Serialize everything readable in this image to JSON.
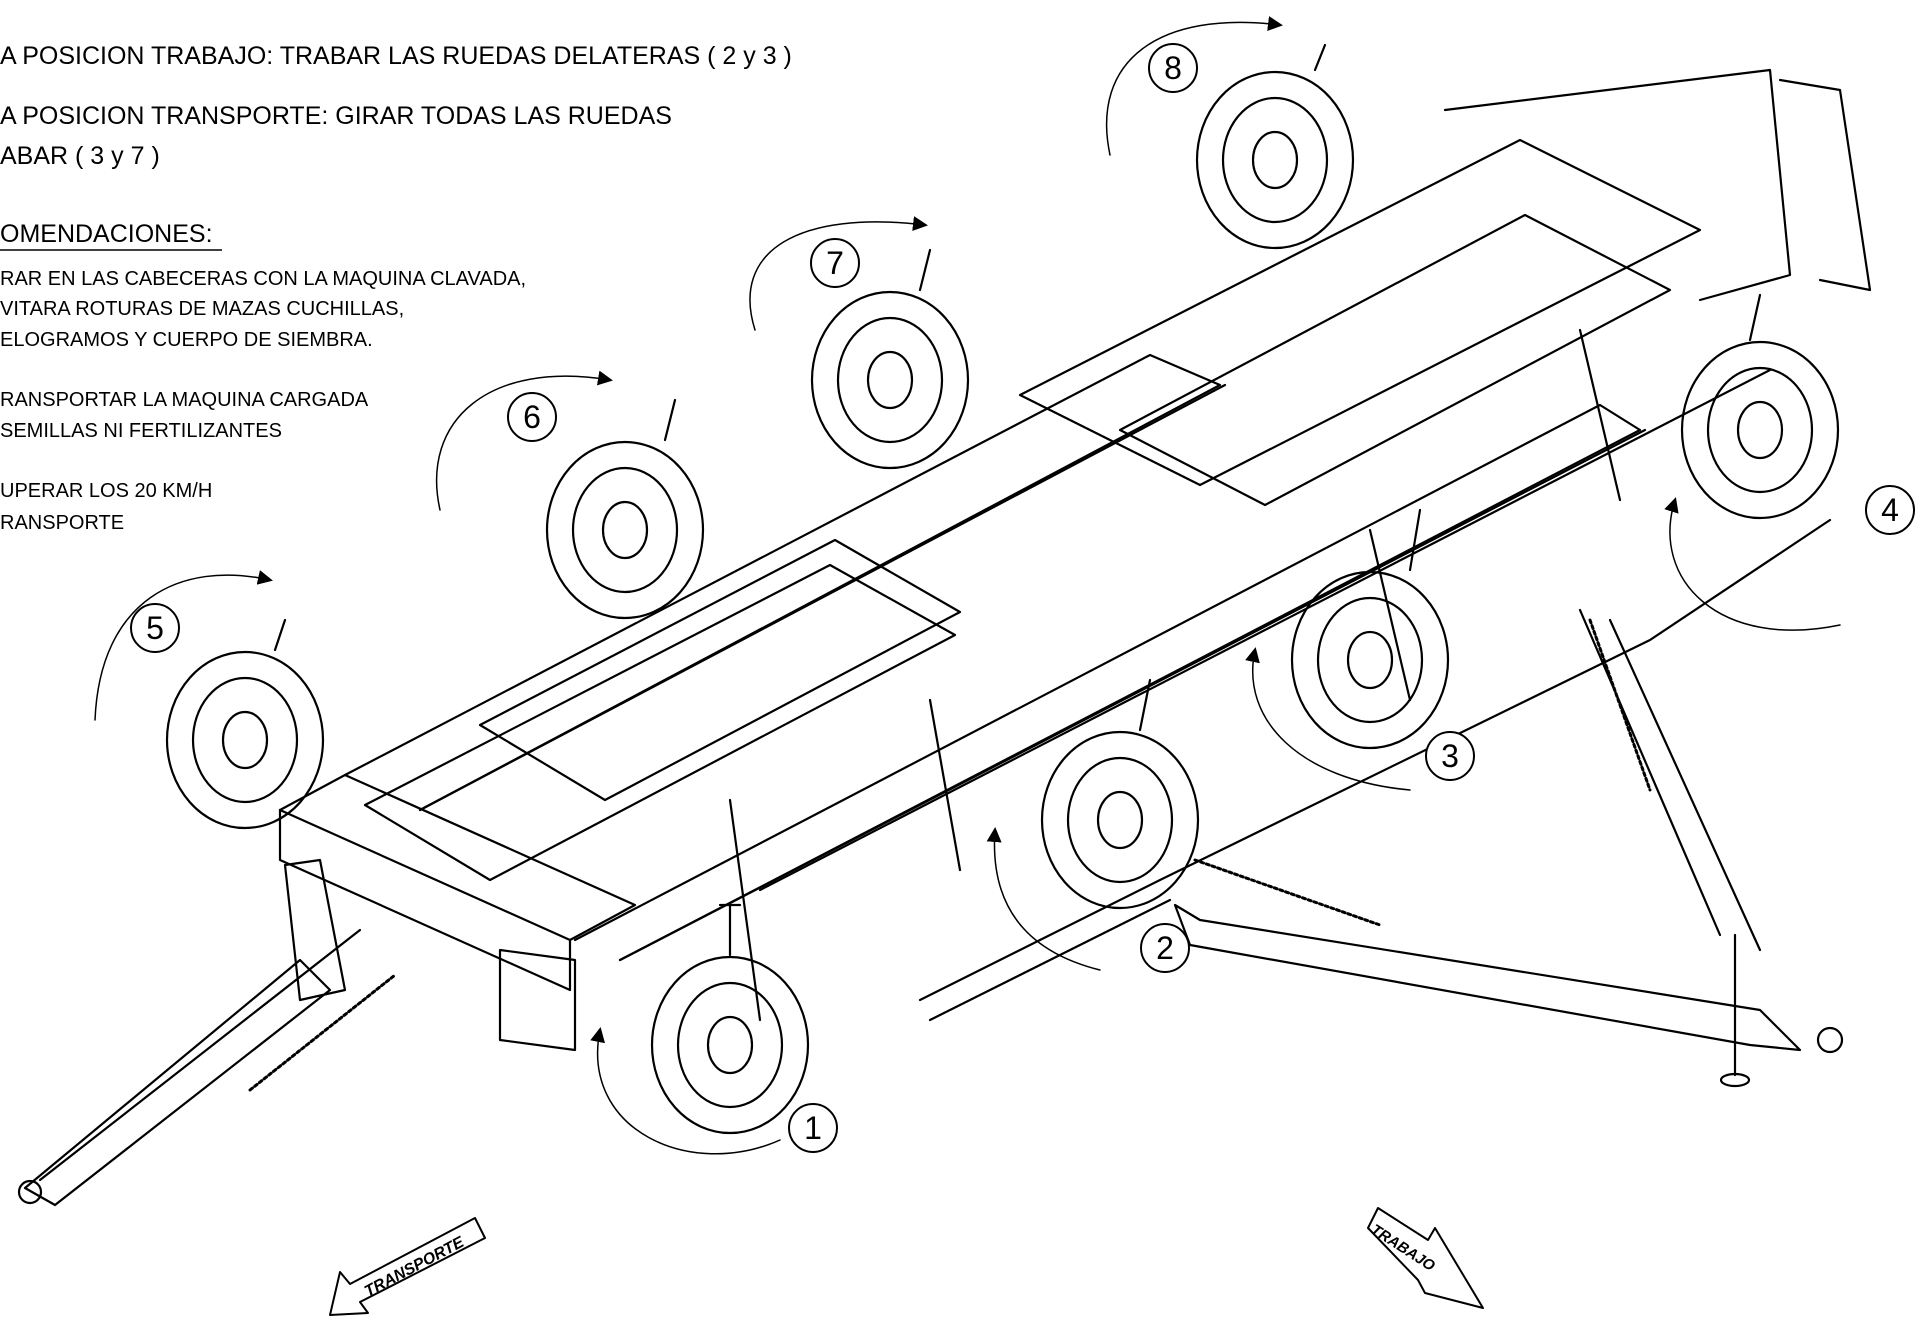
{
  "instructions": {
    "work_position": "A POSICION TRABAJO: TRABAR LAS RUEDAS DELATERAS ( 2 y 3 )",
    "transport_position_1": "A POSICION TRANSPORTE: GIRAR TODAS LAS RUEDAS",
    "transport_position_2": "ABAR ( 3 y 7 )"
  },
  "recommendations": {
    "heading": "OMENDACIONES:",
    "items": [
      "RAR EN LAS CABECERAS CON LA MAQUINA CLAVADA,",
      "VITARA ROTURAS DE MAZAS CUCHILLAS,",
      "ELOGRAMOS Y CUERPO DE SIEMBRA.",
      "RANSPORTAR LA MAQUINA  CARGADA",
      "SEMILLAS NI FERTILIZANTES",
      "UPERAR LOS 20 KM/H",
      "RANSPORTE"
    ]
  },
  "wheels": [
    {
      "number": "1"
    },
    {
      "number": "2"
    },
    {
      "number": "3"
    },
    {
      "number": "4"
    },
    {
      "number": "5"
    },
    {
      "number": "6"
    },
    {
      "number": "7"
    },
    {
      "number": "8"
    }
  ],
  "arrows": {
    "transport": "TRANSPORTE",
    "work": "TRABAJO"
  }
}
